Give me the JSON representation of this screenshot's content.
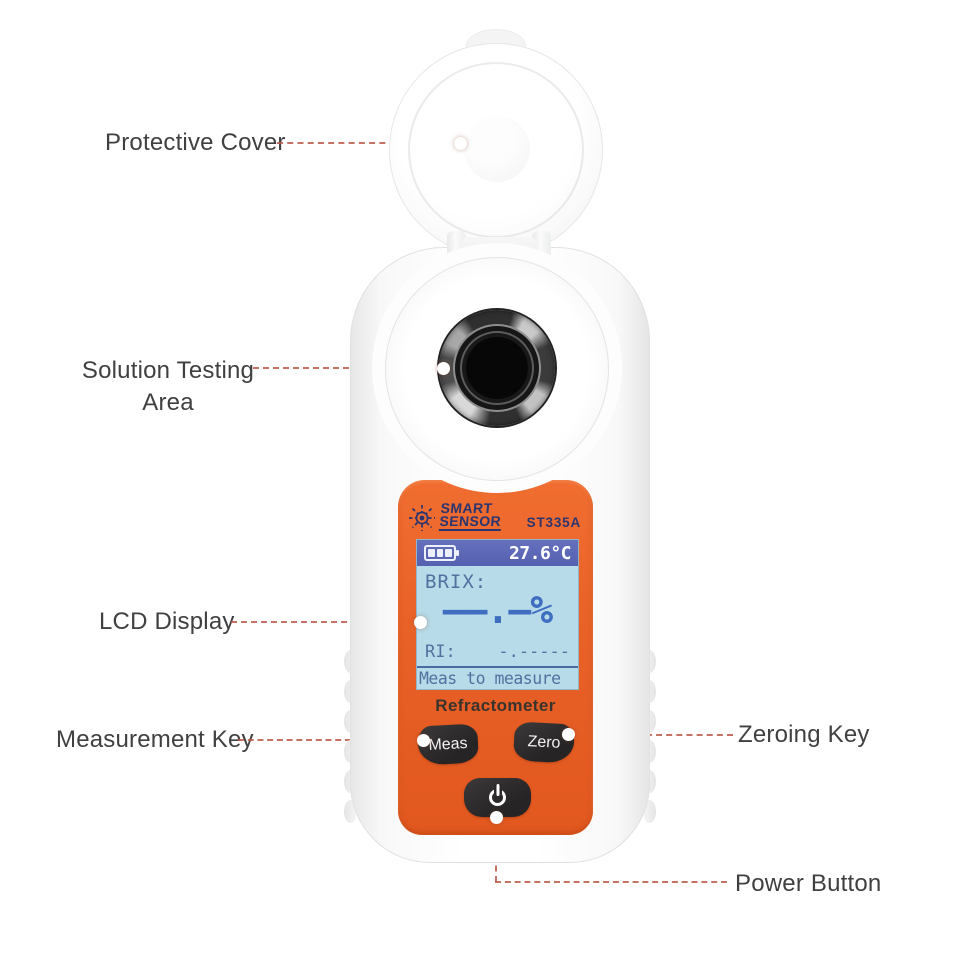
{
  "device": {
    "brand_line1": "SMART",
    "brand_line2": "SENSOR",
    "model": "ST335A",
    "name": "Refractometer"
  },
  "lcd": {
    "battery_icon": "battery-3-bars",
    "temperature": "27.6°C",
    "brix_label": "BRIX:",
    "brix_value": "——.—%",
    "ri_label": "RI:",
    "ri_value": "-.-----",
    "hint": "Meas to measure"
  },
  "keys": {
    "measure": "Meas",
    "zero": "Zero",
    "power_icon": "power-symbol"
  },
  "annotations": {
    "protective_cover": "Protective Cover",
    "solution_testing_line1": "Solution Testing",
    "solution_testing_line2": "Area",
    "lcd_display": "LCD Display",
    "measurement_key": "Measurement Key",
    "zeroing_key": "Zeroing Key",
    "power_button": "Power Button"
  },
  "colors": {
    "panel_orange": "#e86127",
    "lcd_bar_blue": "#5b65b4",
    "lcd_background": "#b7dbe9",
    "lcd_text_blue": "#51719f",
    "lcd_value_blue": "#3f6ec0",
    "brand_navy": "#2b3570",
    "key_charcoal": "#2d2b2c",
    "leader_line": "#bb5a4b",
    "label_text": "#404042"
  }
}
